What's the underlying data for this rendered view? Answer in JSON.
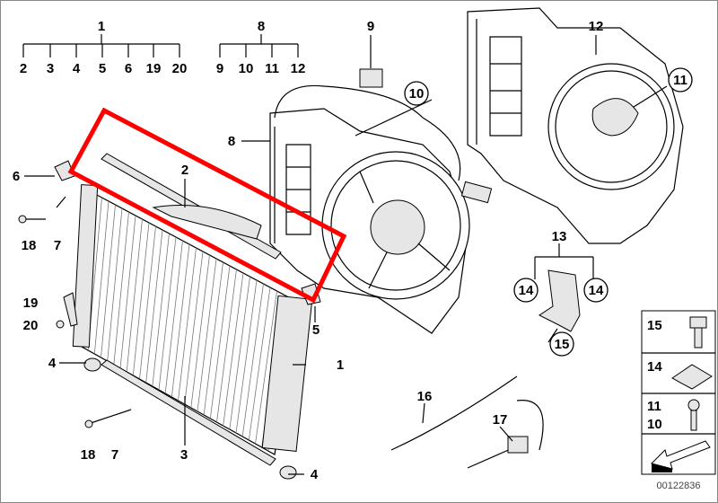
{
  "diagram": {
    "highlight_color": "#ff0000",
    "tree_1": {
      "parent": "1",
      "children": [
        "2",
        "3",
        "4",
        "5",
        "6",
        "19",
        "20"
      ]
    },
    "tree_8": {
      "parent": "8",
      "children": [
        "9",
        "10",
        "11",
        "12"
      ]
    },
    "callouts": {
      "c9": "9",
      "c10": "10",
      "c12": "12",
      "c11": "11",
      "c8": "8",
      "c2": "2",
      "c6": "6",
      "c18a": "18",
      "c7a": "7",
      "c19": "19",
      "c20": "20",
      "c4a": "4",
      "c5": "5",
      "c1": "1",
      "c18b": "18",
      "c7b": "7",
      "c3": "3",
      "c4b": "4",
      "c13": "13",
      "c14a": "14",
      "c14b": "14",
      "c15": "15",
      "c16": "16",
      "c17": "17"
    },
    "legend": {
      "items": [
        {
          "labels": [
            "15"
          ],
          "icon": "flange-bolt-icon"
        },
        {
          "labels": [
            "14"
          ],
          "icon": "clip-nut-icon"
        },
        {
          "labels": [
            "11",
            "10"
          ],
          "icon": "screw-icon"
        },
        {
          "labels": [],
          "icon": "arrow-icon"
        }
      ]
    },
    "document_id": "00122836"
  }
}
